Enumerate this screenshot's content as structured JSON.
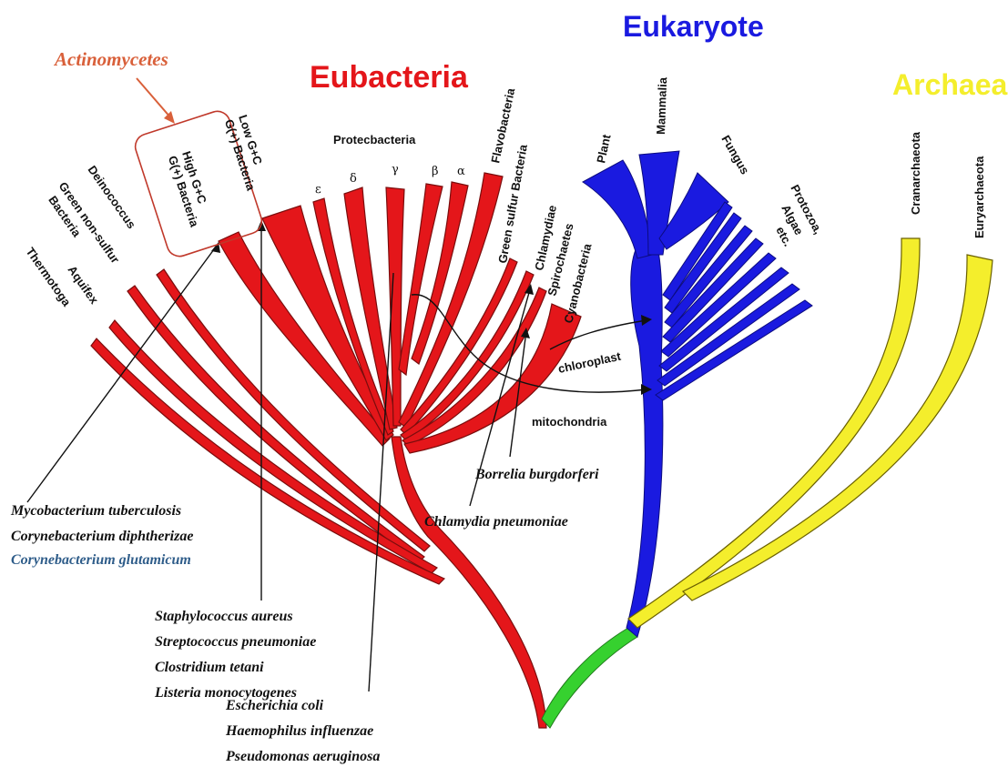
{
  "domains": {
    "eubacteria": "Eubacteria",
    "eukaryote": "Eukaryote",
    "archaea": "Archaea"
  },
  "colors": {
    "eubacteria": "#e4161a",
    "eubacteria_outline": "#7a0d0d",
    "eukaryote": "#1a1ae0",
    "archaea": "#f4ee2c",
    "root": "#36d12f",
    "actinomycetes": "#d9603a",
    "glutamicum": "#2f5d8a"
  },
  "labels": {
    "actinomycetes": "Actinomycetes",
    "high_gc_1": "High G+C",
    "high_gc_2": "G(+) Bacteria",
    "low_gc_1": "Low G+C",
    "low_gc_2": "G(+) Bacteria",
    "proteobacteria": "Protecbacteria",
    "epsilon": "ε",
    "delta": "δ",
    "gamma": "γ",
    "beta": "β",
    "alpha": "α",
    "flavobacteria": "Flavobacteria",
    "green_sulfur": "Green sulfur Bacteria",
    "chlamydiae": "Chlamydiae",
    "spirochaetes": "Spirochaetes",
    "cyanobacteria": "Cyanobacteria",
    "deinococcus": "Deinococcus",
    "green_nonsulfur_1": "Green non-sulfur",
    "green_nonsulfur_2": "Bacteria",
    "aquifex": "Aquifex",
    "thermotoga": "Thermotoga",
    "plant": "Plant",
    "mammalia": "Mammalia",
    "fungus": "Fungus",
    "protozoa": "Protozoa,",
    "algae": "Algae",
    "etc": "etc.",
    "chloroplast": "chloroplast",
    "mitochondria": "mitochondria",
    "crenarchaeota": "Cranarchaeota",
    "euryarchaeota": "Euryarchaeota"
  },
  "species": {
    "mycobacterium": "Mycobacterium tuberculosis",
    "corynebacterium_d": "Corynebacterium diphtherizae",
    "corynebacterium_g": "Corynebacterium glutamicum",
    "staphylococcus": "Staphylococcus aureus",
    "streptococcus": "Streptococcus pneumoniae",
    "clostridium": "Clostridium tetani",
    "listeria": "Listeria monocytogenes",
    "escherichia": "Escherichia coli",
    "haemophilus": "Haemophilus influenzae",
    "pseudomonas": "Pseudomonas aeruginosa",
    "borrelia": "Borrelia burgdorferi",
    "chlamydia_p": "Chlamydia pneumoniae"
  }
}
